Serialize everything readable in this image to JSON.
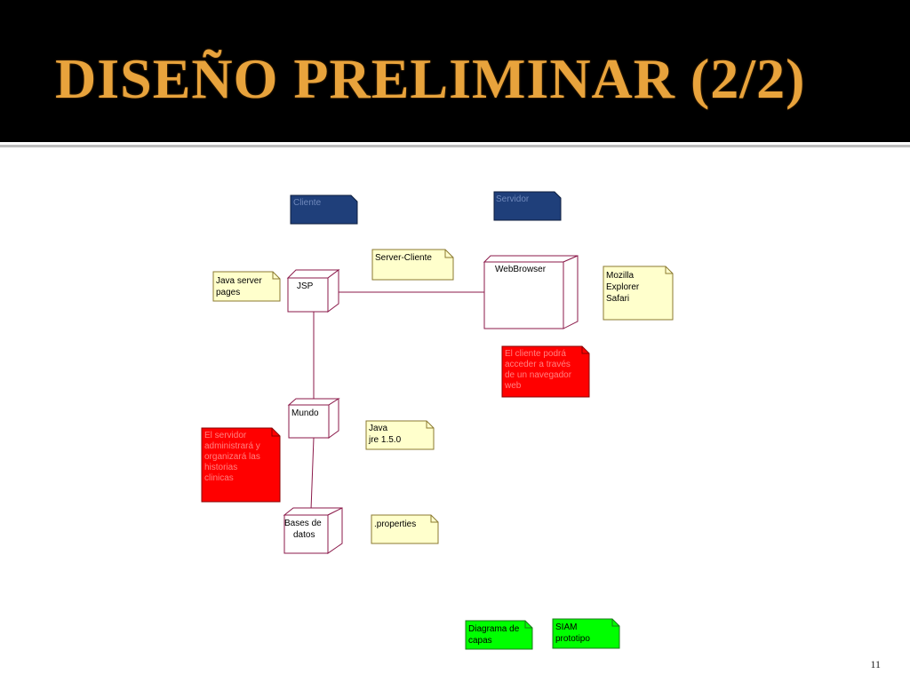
{
  "slide": {
    "title": "DISEÑO PRELIMINAR (2/2)",
    "page_number": "11"
  },
  "colors": {
    "title": "#e8a33c",
    "header_bg": "#000000",
    "blue_note": "#1f3f7a",
    "yellow_note": "#ffffcc",
    "red_note": "#ff0000",
    "green_note": "#00ff00",
    "node_stroke": "#8b1a4a",
    "connector": "#8b1a4a"
  },
  "diagram": {
    "packages": [
      {
        "id": "cliente",
        "lines": [
          "Cliente"
        ]
      },
      {
        "id": "servidor",
        "lines": [
          "Servidor"
        ]
      }
    ],
    "nodes": [
      {
        "id": "jsp",
        "lines": [
          "JSP"
        ]
      },
      {
        "id": "webbrowser",
        "lines": [
          "WebBrowser"
        ]
      },
      {
        "id": "mundo",
        "lines": [
          "Mundo"
        ]
      },
      {
        "id": "bases",
        "lines": [
          "Bases de",
          "datos"
        ]
      }
    ],
    "notes": [
      {
        "id": "java-server-pages",
        "color": "yellow",
        "lines": [
          "Java server",
          "pages"
        ]
      },
      {
        "id": "server-cliente",
        "color": "yellow",
        "lines": [
          "Server-Cliente"
        ]
      },
      {
        "id": "browsers",
        "color": "yellow",
        "lines": [
          "Mozilla",
          "Explorer",
          "Safari"
        ]
      },
      {
        "id": "cliente-note",
        "color": "red",
        "lines": [
          "El cliente podrá",
          "acceder a través",
          "de un navegador",
          "web"
        ]
      },
      {
        "id": "java-jre",
        "color": "yellow",
        "lines": [
          "Java",
          "jre 1.5.0"
        ]
      },
      {
        "id": "servidor-note",
        "color": "red",
        "lines": [
          "El servidor",
          "administrará y",
          "organizará las",
          "historias",
          "clinicas"
        ]
      },
      {
        "id": "properties",
        "color": "yellow",
        "lines": [
          ".properties"
        ]
      },
      {
        "id": "diagrama-capas",
        "color": "green",
        "lines": [
          "Diagrama de",
          "capas"
        ]
      },
      {
        "id": "siam-prototipo",
        "color": "green",
        "lines": [
          "SIAM",
          "prototipo"
        ]
      }
    ],
    "connections": [
      {
        "from": "jsp",
        "to": "webbrowser"
      },
      {
        "from": "jsp",
        "to": "mundo"
      },
      {
        "from": "mundo",
        "to": "bases"
      }
    ]
  }
}
